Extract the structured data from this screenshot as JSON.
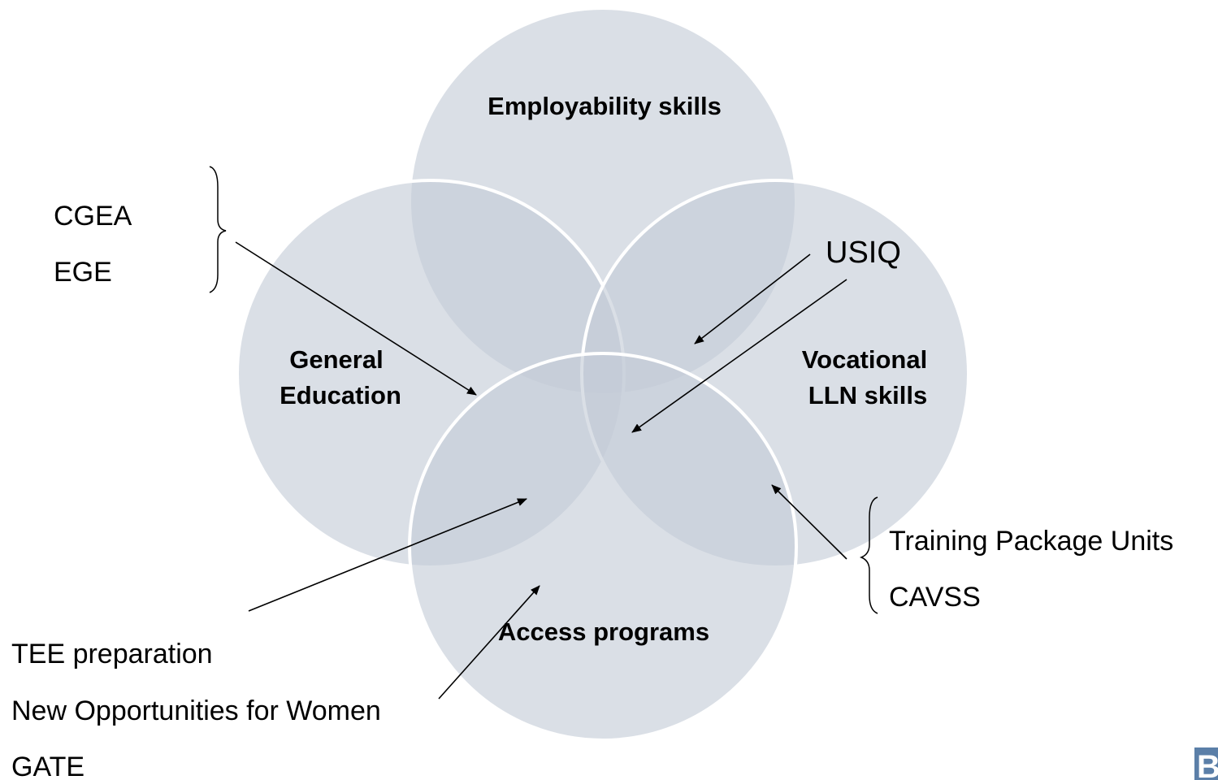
{
  "circles": {
    "top": "Employability skills",
    "left_line1": "General",
    "left_line2": "Education",
    "right_line1": "Vocational",
    "right_line2": "LLN skills",
    "bottom": "Access programs"
  },
  "top_left_group": [
    "CGEA",
    "EGE"
  ],
  "usiq": "USIQ",
  "right_group": [
    "Training Package Units",
    "CAVSS"
  ],
  "bottom_left_group": [
    "TEE preparation",
    "New Opportunities for Women",
    "GATE"
  ],
  "logo": {
    "text": "B",
    "color": "#5b7fa8"
  },
  "colors": {
    "circle_fill": "#c3cbd7",
    "circle_stroke": "#ffffff"
  }
}
